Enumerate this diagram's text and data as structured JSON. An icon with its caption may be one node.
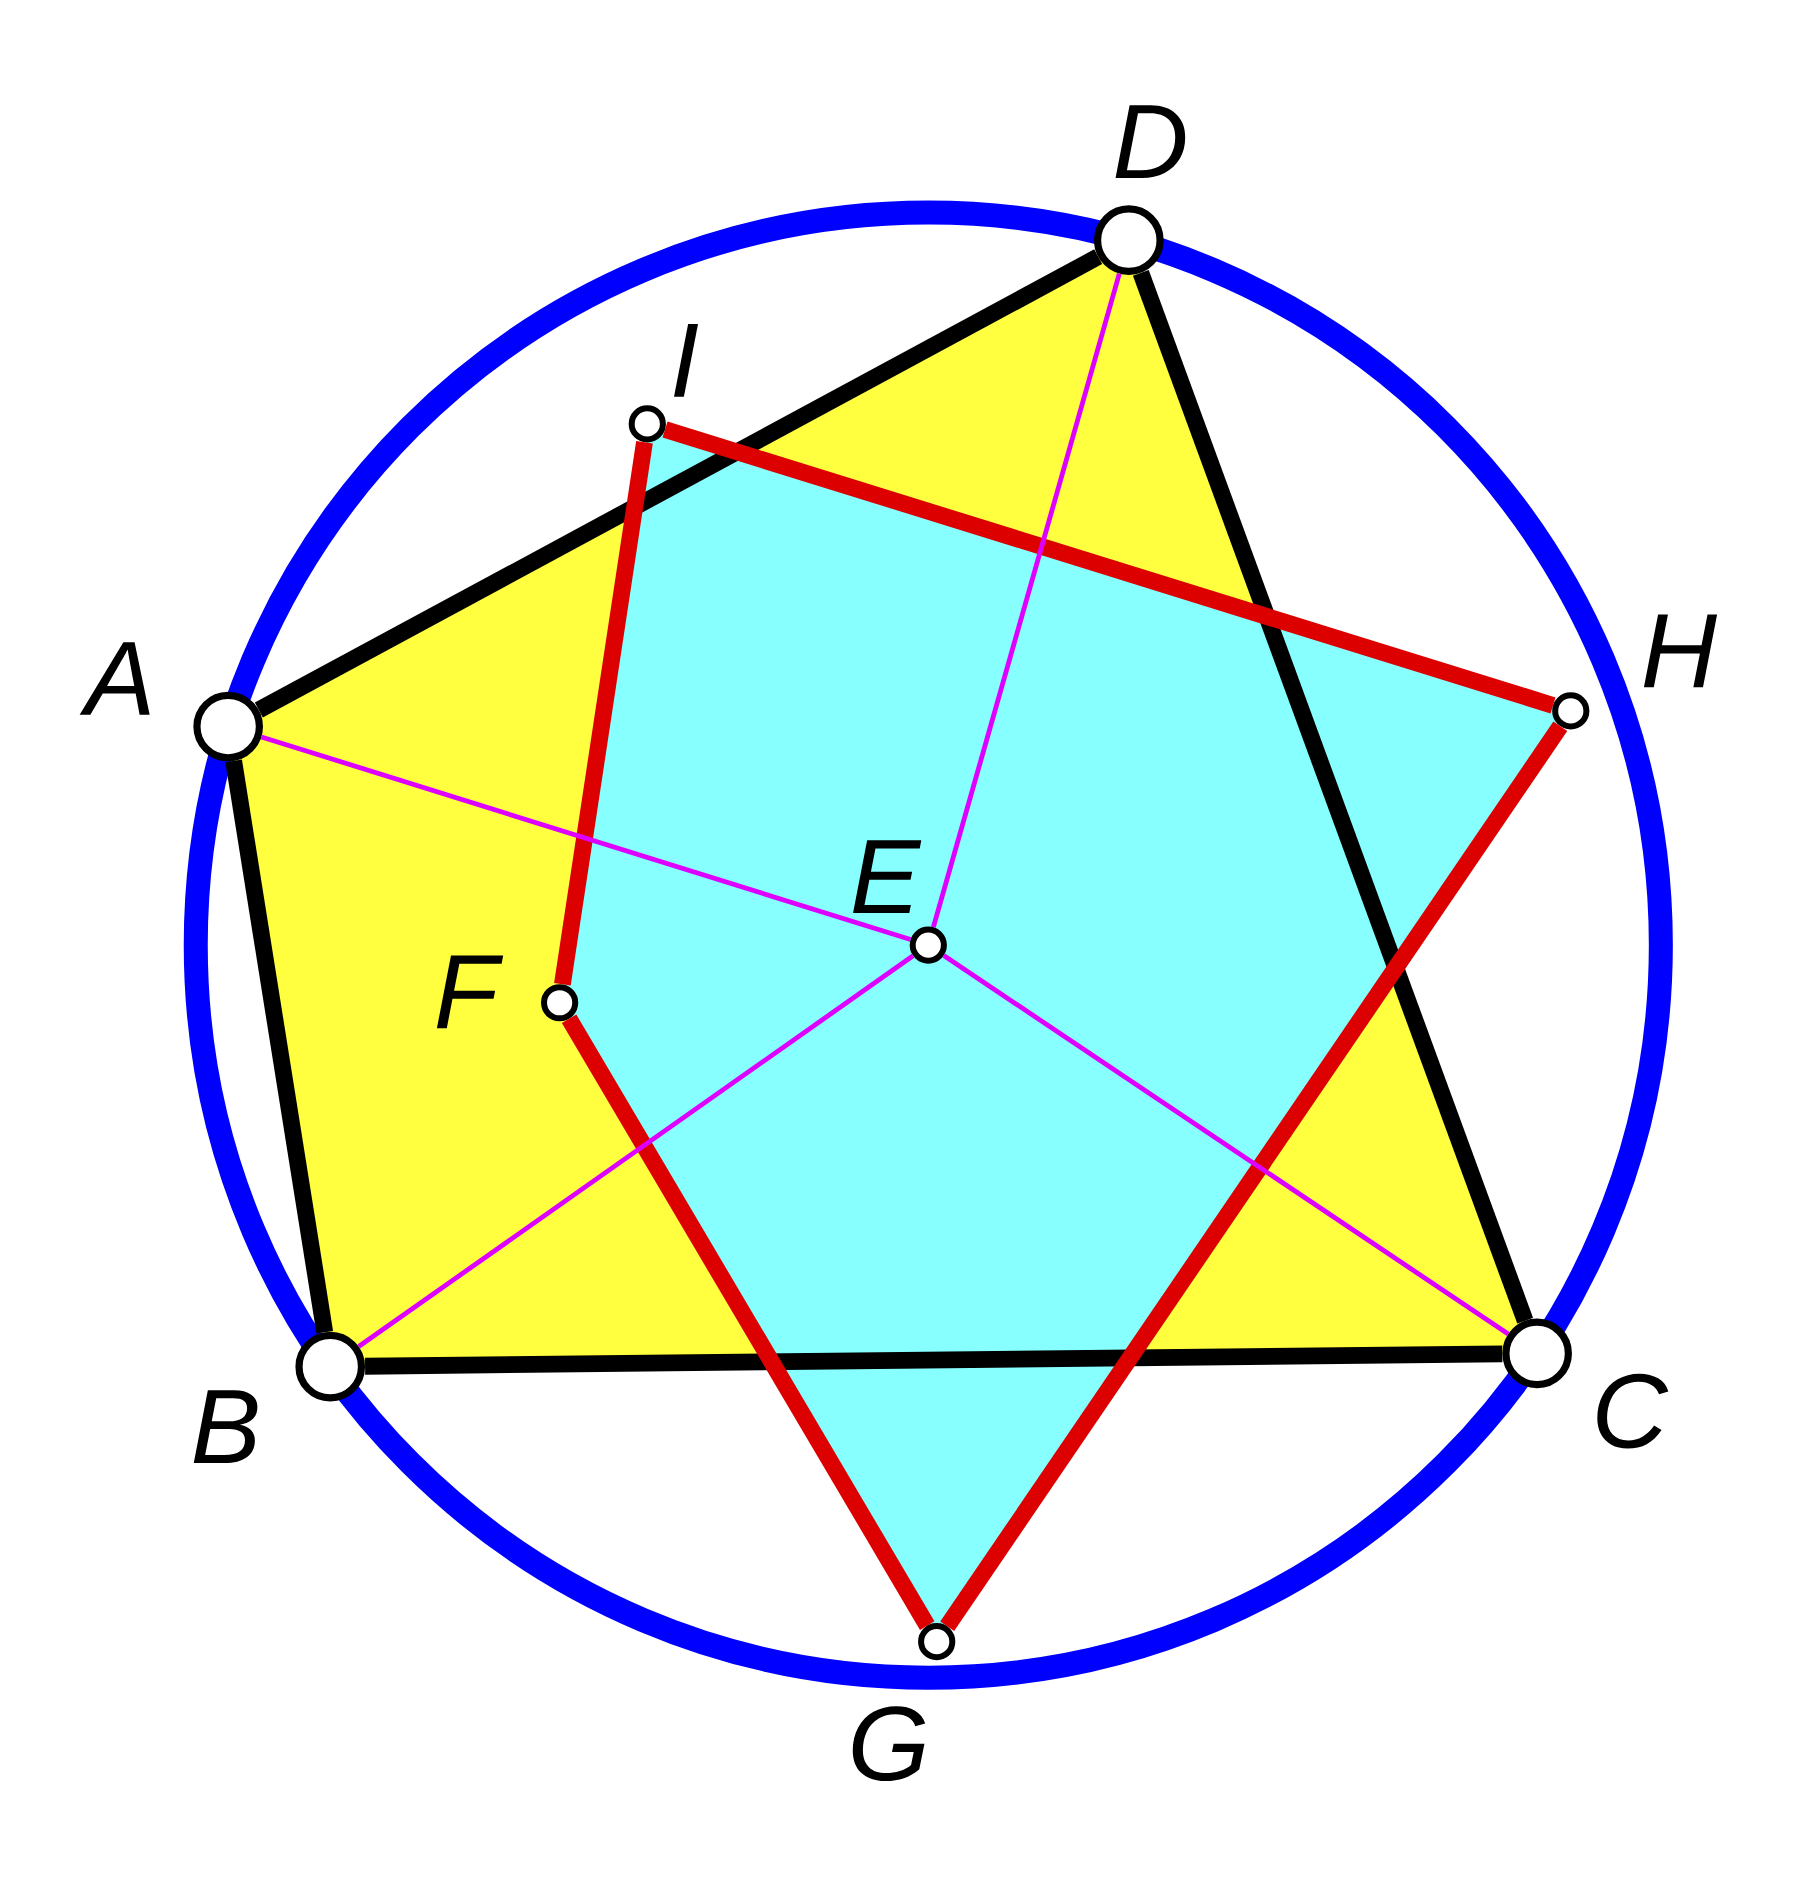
{
  "diagram": {
    "nodes": [
      {
        "text": [],
        "shape": "circle",
        "beside": [
          "A"
        ]
      },
      {
        "text": [],
        "shape": "circle",
        "beside": [
          "B"
        ]
      },
      {
        "text": [],
        "shape": "circle",
        "beside": [
          "C"
        ]
      },
      {
        "text": [],
        "shape": "circle",
        "beside": [
          "D"
        ]
      },
      {
        "text": [],
        "shape": "circle",
        "beside": [
          "E"
        ]
      },
      {
        "text": [],
        "shape": "circle",
        "beside": [
          "F"
        ]
      },
      {
        "text": [],
        "shape": "circle",
        "beside": [
          "G"
        ]
      },
      {
        "text": [],
        "shape": "circle",
        "beside": [
          "H"
        ]
      },
      {
        "text": [],
        "shape": "circle",
        "beside": [
          "I"
        ]
      }
    ],
    "edges": [
      {
        "from": 0,
        "to": 3,
        "arrow": "none",
        "color": "#000000"
      },
      {
        "from": 3,
        "to": 2,
        "arrow": "none",
        "color": "#000000"
      },
      {
        "from": 2,
        "to": 1,
        "arrow": "none",
        "color": "#000000"
      },
      {
        "from": 1,
        "to": 0,
        "arrow": "none",
        "color": "#000000"
      },
      {
        "from": 8,
        "to": 7,
        "arrow": "none",
        "color": "#dd0000"
      },
      {
        "from": 7,
        "to": 6,
        "arrow": "none",
        "color": "#dd0000"
      },
      {
        "from": 6,
        "to": 5,
        "arrow": "none",
        "color": "#dd0000"
      },
      {
        "from": 5,
        "to": 8,
        "arrow": "none",
        "color": "#dd0000"
      },
      {
        "from": 4,
        "to": 0,
        "arrow": "none",
        "color": "#dd00ff"
      },
      {
        "from": 4,
        "to": 3,
        "arrow": "none",
        "color": "#dd00ff"
      },
      {
        "from": 4,
        "to": 2,
        "arrow": "none",
        "color": "#dd00ff"
      },
      {
        "from": 4,
        "to": 1,
        "arrow": "none",
        "color": "#dd00ff"
      }
    ]
  }
}
